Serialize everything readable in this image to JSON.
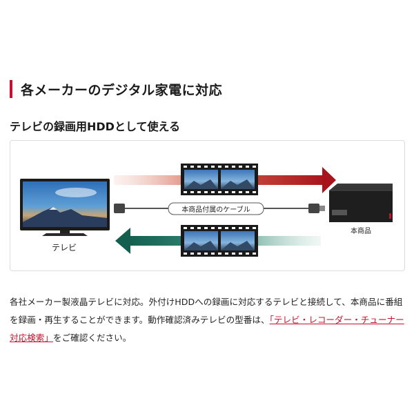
{
  "section": {
    "title": "各メーカーのデジタル家電に対応"
  },
  "subsection": {
    "title": "テレビの録画用HDDとして使える"
  },
  "diagram": {
    "tv_label": "テレビ",
    "cable_label": "本商品付属のケーブル",
    "product_label": "本商品",
    "colors": {
      "to_product": "#b01c22",
      "to_tv": "#1a6b5e",
      "accent": "#c8102e"
    }
  },
  "description": {
    "text_before": "各社メーカー製液晶テレビに対応。外付けHDDへの録画に対応するテレビと接続して、本商品に番組を録画・再生することができます。動作確認済みテレビの型番は、",
    "link_text": "「テレビ・レコーダー・チューナー対応検索」",
    "text_after": "をご確認ください。"
  }
}
